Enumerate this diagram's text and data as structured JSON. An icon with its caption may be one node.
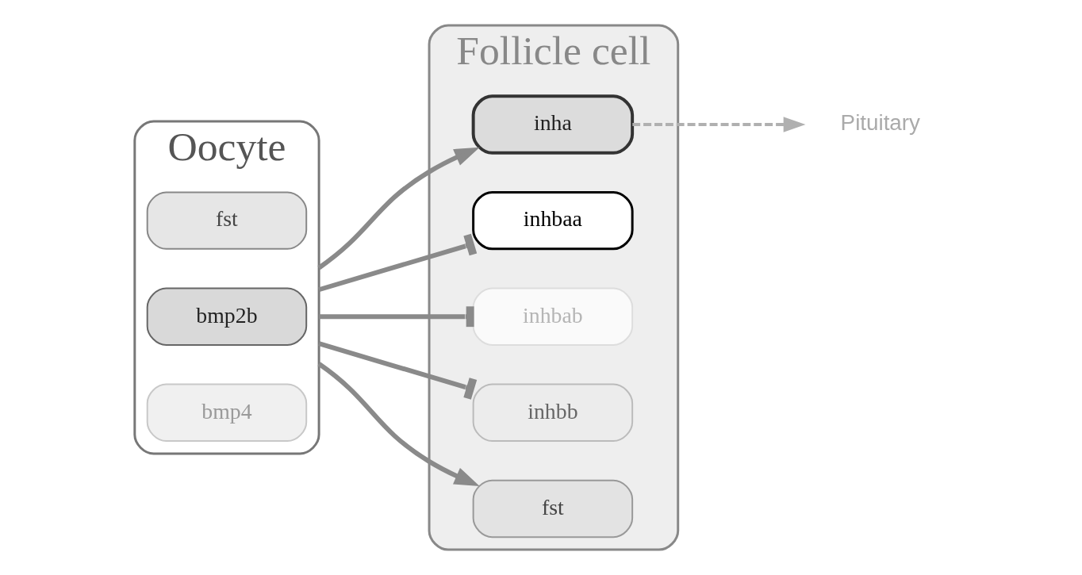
{
  "diagram": {
    "nodes": [
      {
        "text": [
          "Oocyte"
        ]
      },
      {
        "text": [
          "fst"
        ],
        "in": 0
      },
      {
        "text": [
          "bmp2b"
        ],
        "in": 0
      },
      {
        "text": [
          "bmp4"
        ],
        "in": 0
      },
      {
        "text": [
          "Follicle cell"
        ]
      },
      {
        "text": [
          "inha"
        ],
        "in": 4
      },
      {
        "text": [
          "inhbaa"
        ],
        "in": 4
      },
      {
        "text": [
          "inhbab"
        ],
        "in": 4
      },
      {
        "text": [
          "inhbb"
        ],
        "in": 4
      },
      {
        "text": [
          "fst"
        ],
        "in": 4
      },
      {
        "text": [
          "Pituitary"
        ]
      }
    ],
    "edges": [
      {
        "from": 0,
        "to": 5,
        "arrow": "to"
      },
      {
        "from": 0,
        "to": 6,
        "arrow": "other"
      },
      {
        "from": 0,
        "to": 7,
        "arrow": "other"
      },
      {
        "from": 0,
        "to": 8,
        "arrow": "other"
      },
      {
        "from": 0,
        "to": 9,
        "arrow": "to"
      },
      {
        "from": 5,
        "to": 10,
        "arrow": "to",
        "style": "dashed",
        "color": "#b0b0b0"
      }
    ]
  }
}
